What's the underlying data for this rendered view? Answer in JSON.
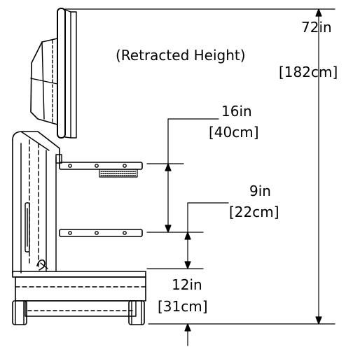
{
  "diagram": {
    "note": "(Retracted Height)",
    "dimensions": {
      "overall": {
        "in": "72in",
        "cm": "[182cm]"
      },
      "upper_shelf_gap": {
        "in": "16in",
        "cm": "[40cm]"
      },
      "lower_shelf_gap": {
        "in": "9in",
        "cm": "[22cm]"
      },
      "base_height": {
        "in": "12in",
        "cm": "[31cm]"
      }
    },
    "line_color": "#000000",
    "fill_color": "#ffffff"
  }
}
